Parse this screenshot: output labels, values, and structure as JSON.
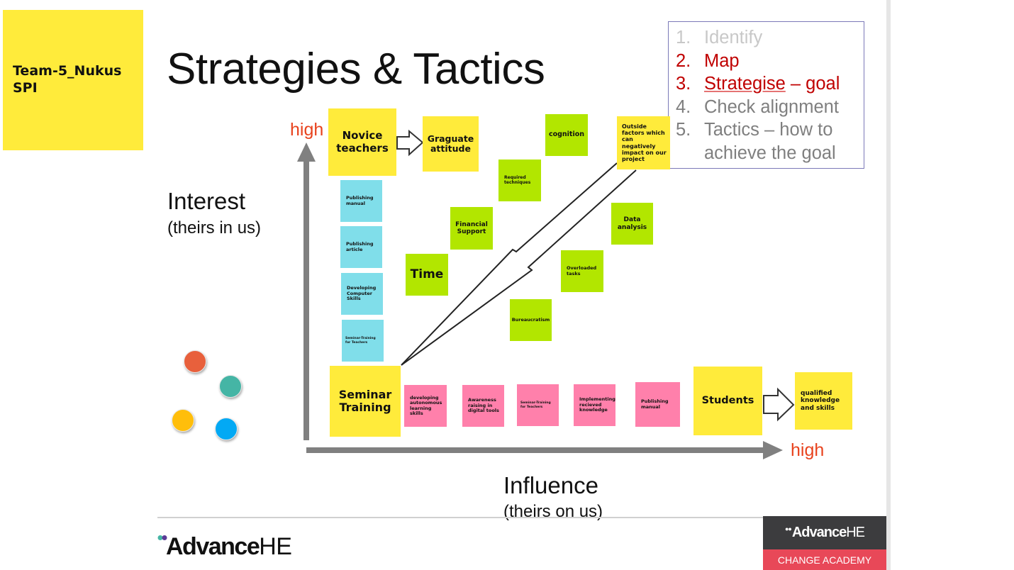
{
  "team_note": {
    "line1": "Team-5_Nukus",
    "line2": "SPI"
  },
  "title": "Strategies & Tactics",
  "steps": [
    {
      "num": "1.",
      "text": "Identify",
      "state": "faded"
    },
    {
      "num": "2.",
      "text": "Map",
      "state": "active"
    },
    {
      "num": "3.",
      "text": "Strategise",
      "suffix": " – goal",
      "state": "active"
    },
    {
      "num": "4.",
      "text": "Check alignment",
      "state": "normal"
    },
    {
      "num": "5.",
      "text": "Tactics – how to",
      "state": "normal"
    },
    {
      "num": "",
      "text": "achieve the goal",
      "state": "normal"
    }
  ],
  "axes": {
    "y_label": "Interest",
    "y_sub": "(theirs in us)",
    "y_high": "high",
    "x_label": "Influence",
    "x_sub": "(theirs on us)",
    "x_high": "high"
  },
  "colors": {
    "yellow": "#ffeb3b",
    "green": "#b2e600",
    "cyan": "#80deea",
    "pink": "#ff80ab",
    "high_label": "#e8431e",
    "axis_arrow": "#808080",
    "active_step": "#c00000",
    "dot_red": "#e8603c",
    "dot_teal": "#45b5a5",
    "dot_amber": "#ffbe0b",
    "dot_blue": "#03a9f4"
  },
  "notes": {
    "novice_teachers": "Novice teachers",
    "graduate_attitude": "Graguate attitude",
    "cognition": "cognition",
    "outside_factors": "Outside factors which can negatively impact on our project",
    "required_techniques": "Required techniques",
    "financial_support": "Financial Support",
    "data_analysis": "Data analysis",
    "time": "Time",
    "overloaded_tasks": "Overloaded tasks",
    "bureaucratism": "Bureaucratism",
    "cyan_publishing_manual": "Publishing manual",
    "cyan_publishing_article": "Publishing article",
    "cyan_computer_skills": "Developing Computer Skills",
    "cyan_seminar_training": "Seminar-Training for Teachers",
    "seminar_training": "Seminar Training",
    "pink_autonomous": "developing autonomous learning skills",
    "pink_awareness": "Awareness raising in digital tools",
    "pink_seminar": "Seminar-Training for Teachers",
    "pink_implementing": "Implementing recieved knowledge",
    "pink_publishing": "Publishing manual",
    "students": "Students",
    "qualified": "qualified knowledge and skills"
  },
  "footer": {
    "logo_bold": "Advance",
    "logo_light": "HE",
    "badge_bold": "Advance",
    "badge_light": "HE",
    "badge_caption": "CHANGE ACADEMY"
  }
}
